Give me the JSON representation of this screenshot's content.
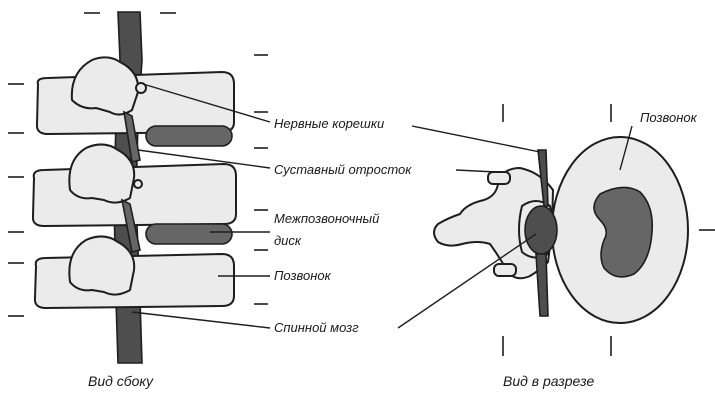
{
  "labels": {
    "nerve_roots": "Нервные корешки",
    "facet": "Суставный отросток",
    "disc_line1": "Межпозвоночный",
    "disc_line2": "диск",
    "vertebra_side": "Позвонок",
    "spinal_cord": "Спинной мозг",
    "vertebra_section": "Позвонок"
  },
  "captions": {
    "side_view": "Вид сбоку",
    "section_view": "Вид в разрезе"
  },
  "colors": {
    "outline": "#1e1e1e",
    "bone": "#ebebeb",
    "tissue": "#666666",
    "cord": "#4e4e4e"
  }
}
